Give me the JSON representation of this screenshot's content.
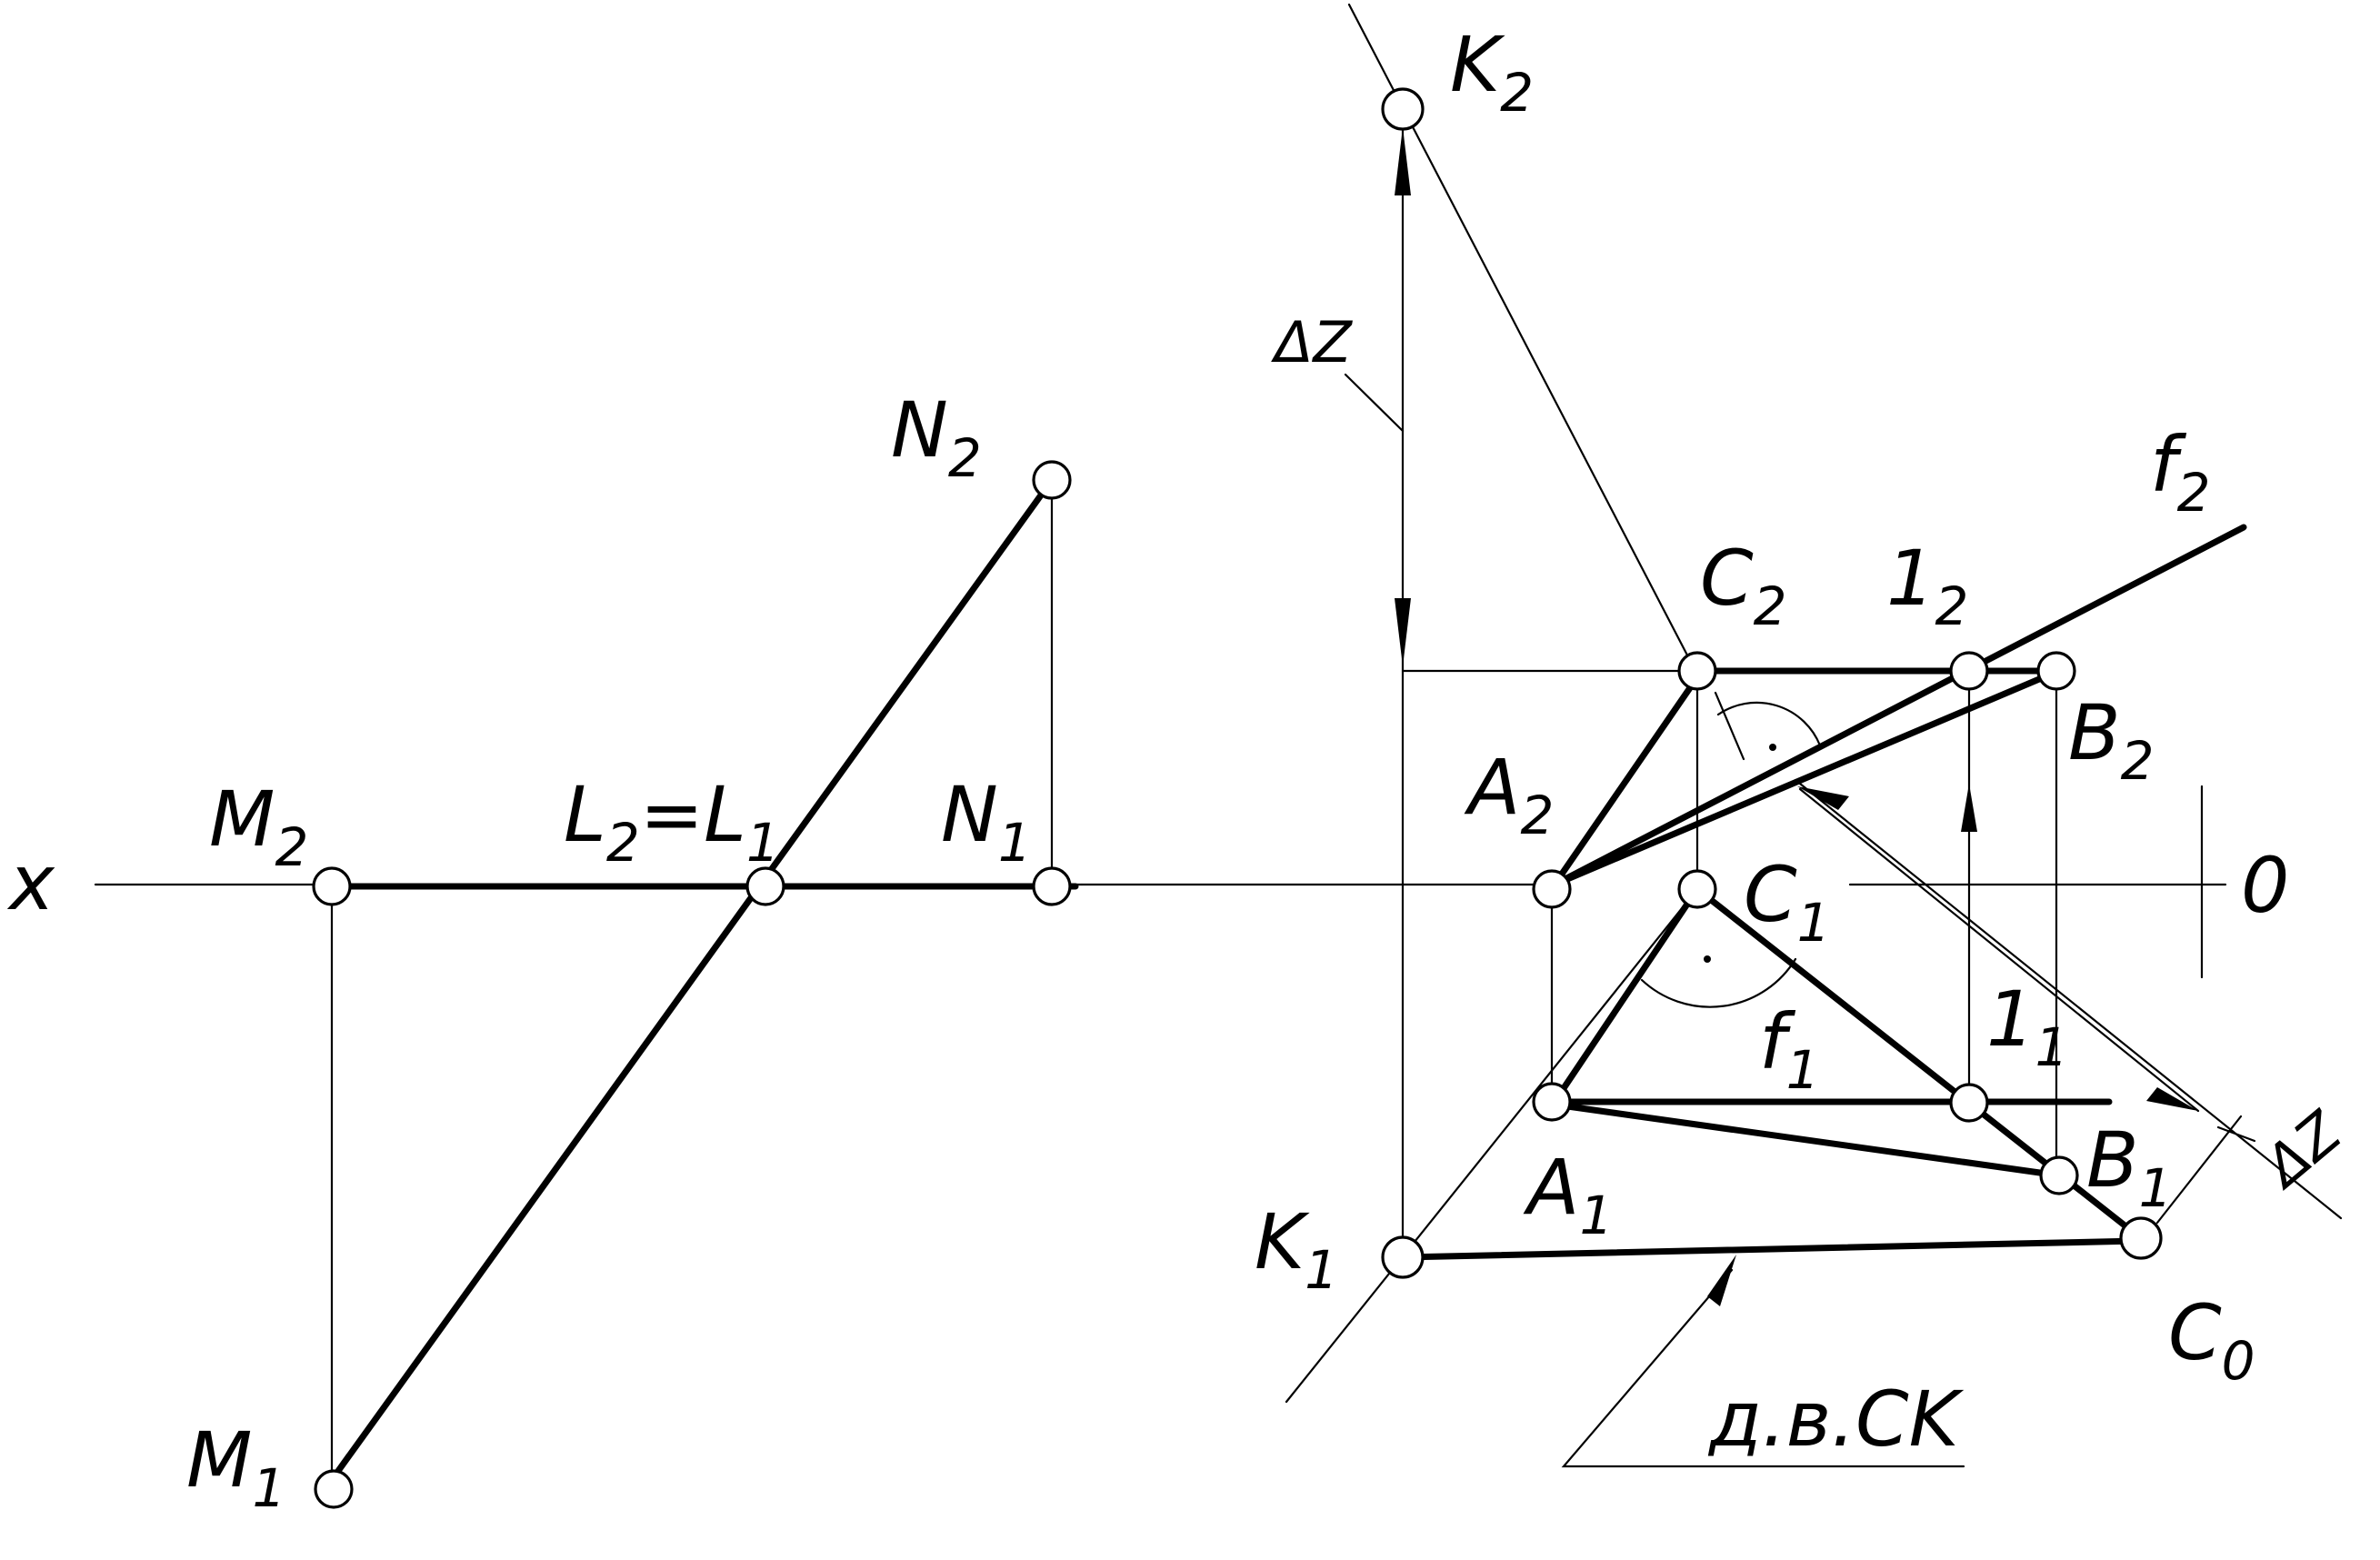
{
  "labels": {
    "x_axis": "x",
    "axis_o": "0",
    "M": "M",
    "M2": "2",
    "M1": "1",
    "L": "L",
    "L2": "2",
    "eq": "=",
    "L1": "1",
    "N": "N",
    "N2": "2",
    "N1": "1",
    "K": "K",
    "K2": "2",
    "K1": "1",
    "C": "C",
    "C2": "2",
    "C1": "1",
    "C0": "0",
    "one": "1",
    "one2": "2",
    "one1": "1",
    "B": "B",
    "B2": "2",
    "B1": "1",
    "A": "A",
    "A2": "2",
    "A1": "1",
    "f": "f",
    "f2": "2",
    "f1": "1",
    "dz_upper": "ΔZ",
    "dz_lower": "ΔZ",
    "true_length": "д.в.CK"
  }
}
